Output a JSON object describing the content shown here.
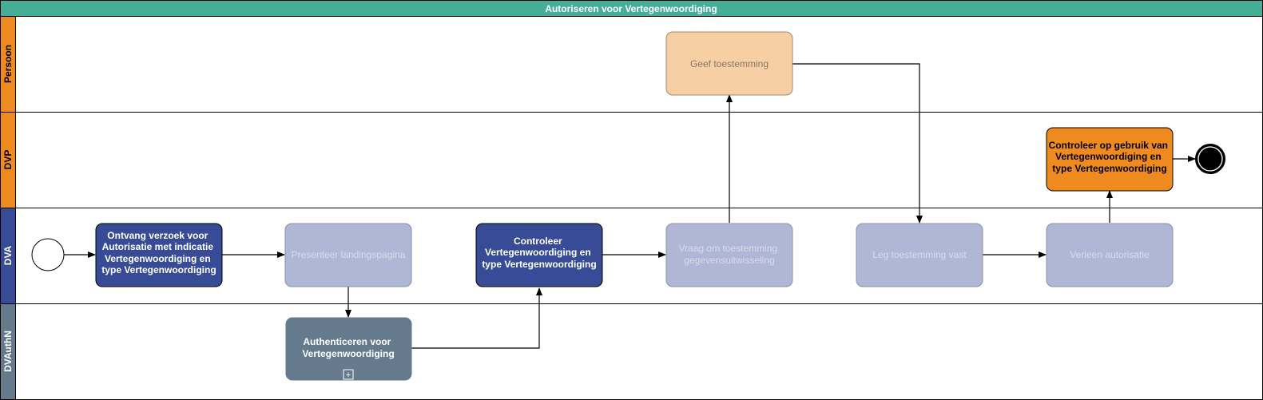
{
  "title": "Autoriseren voor Vertegenwoordiging",
  "colors": {
    "header": "#44ae97",
    "orange": "#ef8a1e",
    "dva": "#374b96",
    "dvauthn": "#667a8e",
    "light_task": "#b0b7d6",
    "peach": "#f7cfa4"
  },
  "lanes": [
    {
      "label": "Persoon"
    },
    {
      "label": "DVP"
    },
    {
      "label": "DVA"
    },
    {
      "label": "DVAuthN"
    }
  ],
  "tasks": {
    "ontvang": [
      "Ontvang verzoek voor",
      "Autorisatie met indicatie",
      "Vertegenwoordiging en",
      "type Vertegenwoordiging"
    ],
    "presenteer": [
      "Presenteer landingspagina"
    ],
    "authenticeren": [
      "Authenticeren voor",
      "Vertegenwoordiging"
    ],
    "controleer_dva": [
      "Controleer",
      "Vertegenwoordiging en",
      "type Vertegenwoordiging"
    ],
    "vraag": [
      "Vraag om toestemming",
      "gegevensuitwisseling"
    ],
    "geef": [
      "Geef toestemming"
    ],
    "leg": [
      "Leg toestemming vast"
    ],
    "verleen": [
      "Verleen autorisatie"
    ],
    "controleer_dvp": [
      "Controleer op gebruik van",
      "Vertegenwoordiging en",
      "type Vertegenwoordiging"
    ]
  },
  "subprocess_marker": "+"
}
